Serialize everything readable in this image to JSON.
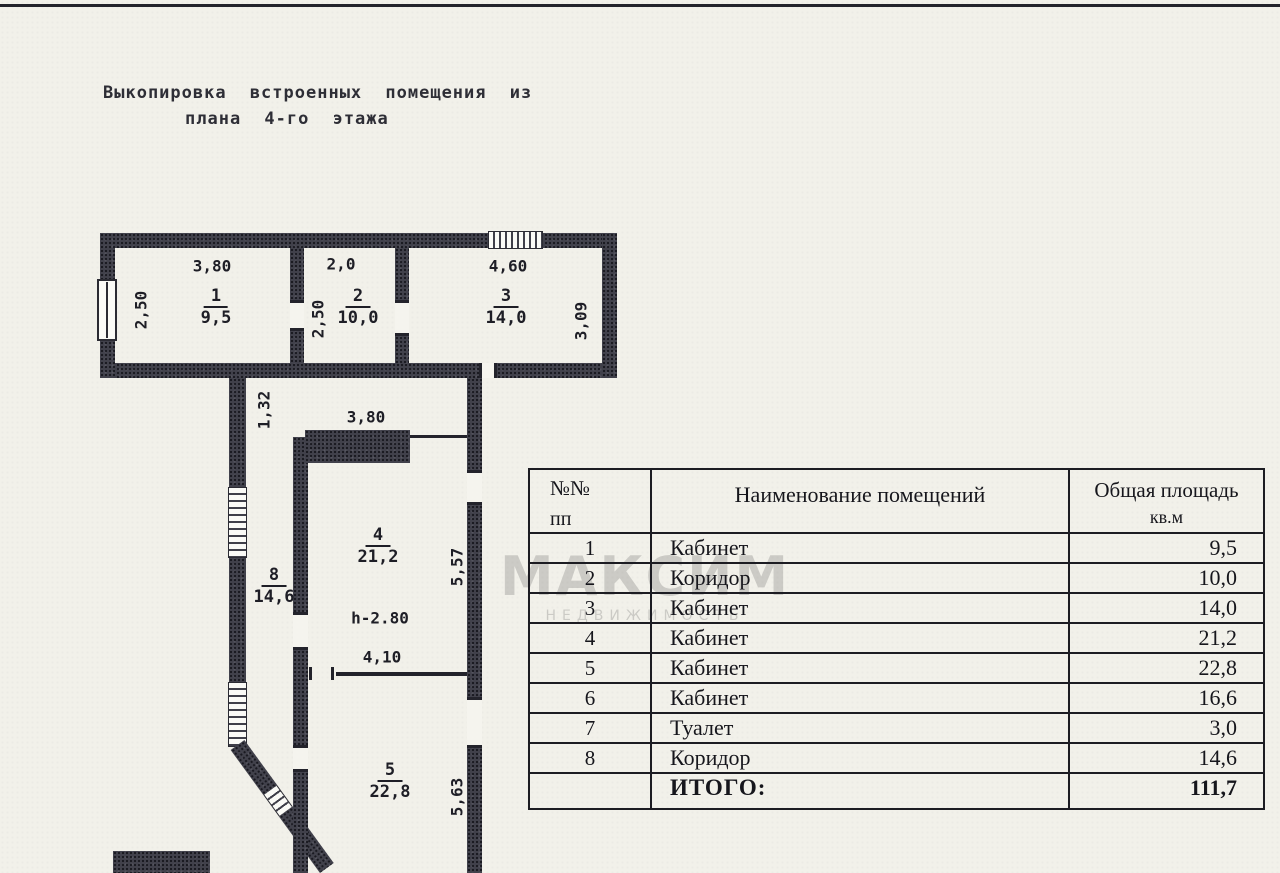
{
  "scan": {
    "title_line1": "Выкопировка встроенных помещения из",
    "title_line2": "плана 4-го этажа"
  },
  "watermark": {
    "line1": "МАКСИМ",
    "line2": "НЕДВИЖИМОСТЬ"
  },
  "colors": {
    "paper": "#f2f1ea",
    "ink": "#1c1c22",
    "wall_fill": "#41414b"
  },
  "plan": {
    "room1": {
      "number": "1",
      "area": "9,5",
      "dim_width": "3,80",
      "dim_height": "2,50"
    },
    "room2": {
      "number": "2",
      "area": "10,0",
      "dim_width": "2,0",
      "dim_height": "2,50"
    },
    "room3": {
      "number": "3",
      "area": "14,0",
      "dim_width": "4,60",
      "dim_height": "3,09"
    },
    "room4": {
      "number": "4",
      "area": "21,2",
      "dim_top": "3,80",
      "dim_right": "5,57",
      "dim_bottom": "4,10",
      "height_note": "h-2.80"
    },
    "room5": {
      "number": "5",
      "area": "22,8",
      "dim_right": "5,63"
    },
    "room8": {
      "number": "8",
      "area": "14,6"
    },
    "corridor_dim": "1,32"
  },
  "table": {
    "header": {
      "no_line1": "№№",
      "no_line2": "пп",
      "name": "Наименование помещений",
      "area_line1": "Общая площадь",
      "area_line2": "кв.м"
    },
    "rows": [
      {
        "no": "1",
        "name": "Кабинет",
        "area": "9,5"
      },
      {
        "no": "2",
        "name": "Коридор",
        "area": "10,0"
      },
      {
        "no": "3",
        "name": "Кабинет",
        "area": "14,0"
      },
      {
        "no": "4",
        "name": "Кабинет",
        "area": "21,2"
      },
      {
        "no": "5",
        "name": "Кабинет",
        "area": "22,8"
      },
      {
        "no": "6",
        "name": "Кабинет",
        "area": "16,6"
      },
      {
        "no": "7",
        "name": "Туалет",
        "area": "3,0"
      },
      {
        "no": "8",
        "name": "Коридор",
        "area": "14,6"
      }
    ],
    "total_label": "ИТОГО:",
    "total_value": "111,7"
  }
}
